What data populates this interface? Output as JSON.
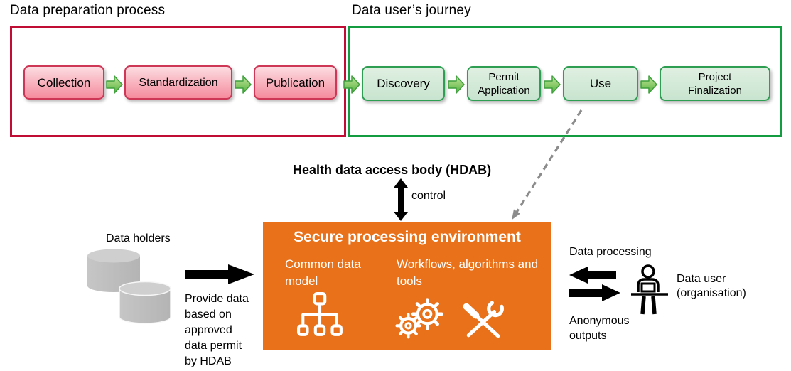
{
  "titles": {
    "prep": "Data preparation process",
    "journey": "Data user’s journey"
  },
  "prep_steps": [
    "Collection",
    "Standardization",
    "Publication"
  ],
  "journey_steps": [
    "Discovery",
    "Permit Application",
    "Use",
    "Project Finalization"
  ],
  "hdab": {
    "title": "Health data access body (HDAB)",
    "control": "control"
  },
  "spe": {
    "title": "Secure processing environment",
    "left_item": "Common data model",
    "right_item": "Workflows, algorithms and tools"
  },
  "holders": {
    "label": "Data holders",
    "caption": "Provide data based on approved data permit by HDAB"
  },
  "user": {
    "processing": "Data processing",
    "outputs": "Anonymous outputs",
    "label": "Data user (organisation)"
  },
  "icons": {
    "database-icon": "two stacked gray cylinders",
    "org-chart-icon": "white outlined hierarchy tree",
    "gears-icon": "two white cog wheels",
    "tools-icon": "crossed screwdriver and wrench",
    "person-at-desk-icon": "person sitting at desk with laptop",
    "flow-arrow-icon": "green block arrow",
    "control-arrow-icon": "black double-headed vertical arrow",
    "dashed-arrow-icon": "gray dashed arrow from Use to secure processing environment"
  },
  "colors": {
    "prep_frame_border": "#C00D33",
    "journey_frame_border": "#149C41",
    "prep_box_fill": "#F58B9D",
    "prep_box_border": "#CE3756",
    "journey_box_fill": "#C8E4CF",
    "journey_box_border": "#2E9E53",
    "flow_arrow_green": "#6FBE45",
    "spe_orange": "#E8711A",
    "cylinder_gray": "#BDBDBD",
    "dashed_gray": "#8C8C8C",
    "black": "#000000",
    "white": "#FFFFFF"
  }
}
